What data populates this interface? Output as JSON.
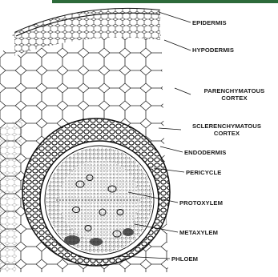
{
  "figure": {
    "labels": {
      "epidermis": "EPIDERMIS",
      "hypodermis": "HYPODERMIS",
      "parenchymatous_1": "PARENCHYMATOUS",
      "parenchymatous_2": "CORTEX",
      "sclerenchymatous_1": "SCLERENCHYMATOUS",
      "sclerenchymatous_2": "CORTEX",
      "endodermis": "ENDODERMIS",
      "pericycle": "PERICYCLE",
      "protoxylem": "PROTOXYLEM",
      "metaxylem": "METAXYLEM",
      "phloem": "PHLOEM"
    }
  },
  "colors": {
    "ink": "#1a1a1a",
    "accent_bar": "#2d6a3a",
    "paper": "#ffffff"
  }
}
